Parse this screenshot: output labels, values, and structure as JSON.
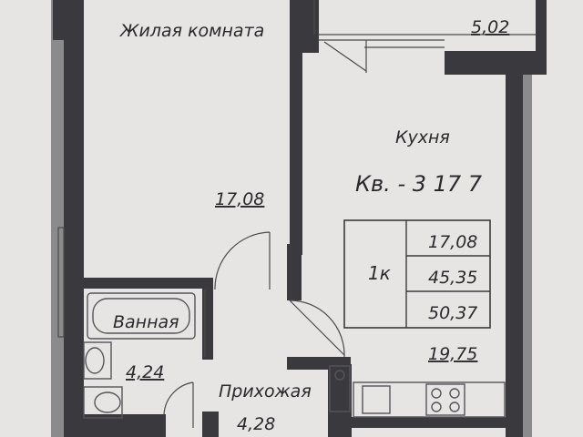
{
  "rooms": {
    "living_room": {
      "label": "Жилая комната",
      "area": "17,08"
    },
    "balcony": {
      "area": "5,02"
    },
    "kitchen": {
      "label": "Кухня",
      "area": "19,75"
    },
    "bathroom": {
      "label": "Ванная",
      "area": "4,24"
    },
    "hallway": {
      "label": "Прихожая",
      "area": "4,28"
    }
  },
  "apartment": {
    "number_label": "Кв. - 3 17 7",
    "rooms_count": "1к",
    "living_area": "17,08",
    "total_area": "45,35",
    "total_area_with_balcony": "50,37"
  },
  "colors": {
    "paper": "#e6e5e4",
    "wall": "#3a3a3e",
    "line": "#4a4a4e"
  }
}
